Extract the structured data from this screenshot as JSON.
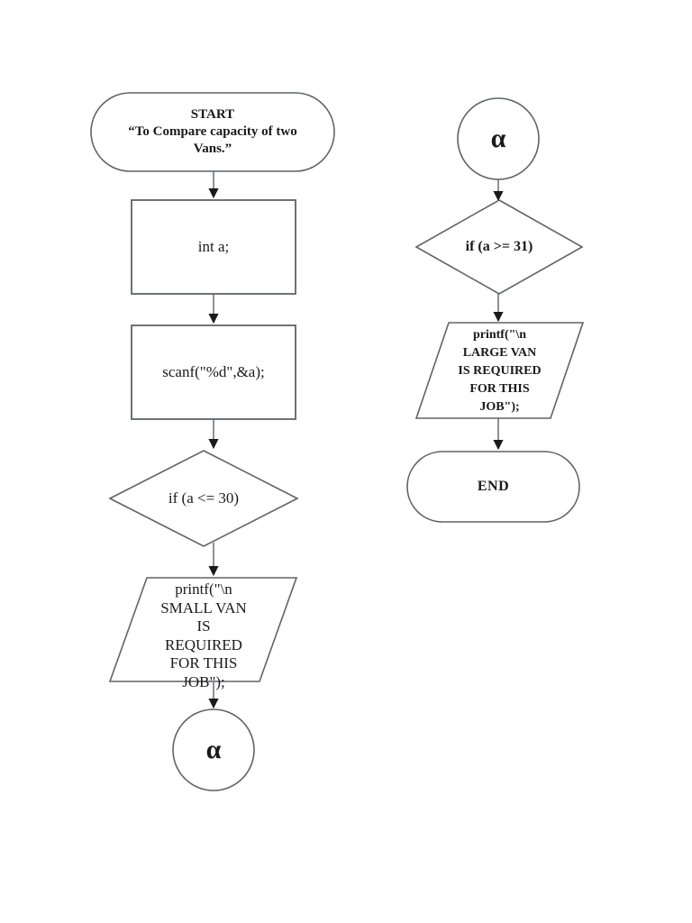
{
  "page": {
    "background": "#ffffff"
  },
  "colors": {
    "shape_stroke": "#5f6368",
    "text": "#1a1a1a",
    "arrow_line": "#5f6368",
    "arrow_head": "#1a1a1a"
  },
  "flowchart": {
    "left": {
      "start": {
        "line1": "START",
        "line2": "“To Compare capacity of two",
        "line3": "Vans.”"
      },
      "declare": {
        "label": "int a;"
      },
      "input": {
        "label": "scanf(\"%d\",&a);"
      },
      "decision": {
        "label": "if (a <= 30)"
      },
      "output": {
        "lines": [
          "printf(\"\\n",
          "SMALL VAN",
          "IS",
          "REQUIRED",
          "FOR THIS",
          "JOB\");"
        ]
      },
      "connector": {
        "label": "α"
      }
    },
    "right": {
      "connector": {
        "label": "α"
      },
      "decision": {
        "label": "if (a >= 31)"
      },
      "output": {
        "lines": [
          "printf(\"\\n",
          "LARGE VAN",
          "IS REQUIRED",
          "FOR THIS",
          "JOB\");"
        ]
      },
      "end": {
        "label": "END"
      }
    }
  }
}
